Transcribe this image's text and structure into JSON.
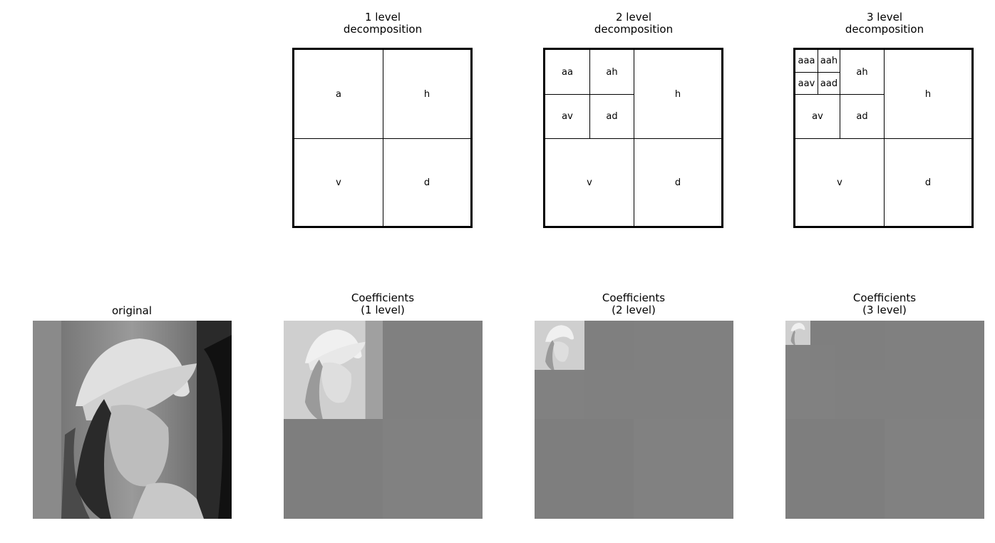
{
  "diagrams": [
    {
      "title": "1 level\ndecomposition",
      "labels": [
        "a",
        "h",
        "v",
        "d"
      ]
    },
    {
      "title": "2 level\ndecomposition",
      "labels": [
        "aa",
        "ah",
        "av",
        "ad",
        "h",
        "v",
        "d"
      ]
    },
    {
      "title": "3 level\ndecomposition",
      "labels": [
        "aaa",
        "aah",
        "aav",
        "aad",
        "ah",
        "av",
        "ad",
        "h",
        "v",
        "d"
      ]
    }
  ],
  "images": [
    {
      "title": "original"
    },
    {
      "title": "Coefficients\n(1 level)"
    },
    {
      "title": "Coefficients\n(2 level)"
    },
    {
      "title": "Coefficients\n(3 level)"
    }
  ],
  "colors": {
    "border": "#000000",
    "coefficient_gray": "#808080",
    "approx_light": "#d8d8d8"
  }
}
